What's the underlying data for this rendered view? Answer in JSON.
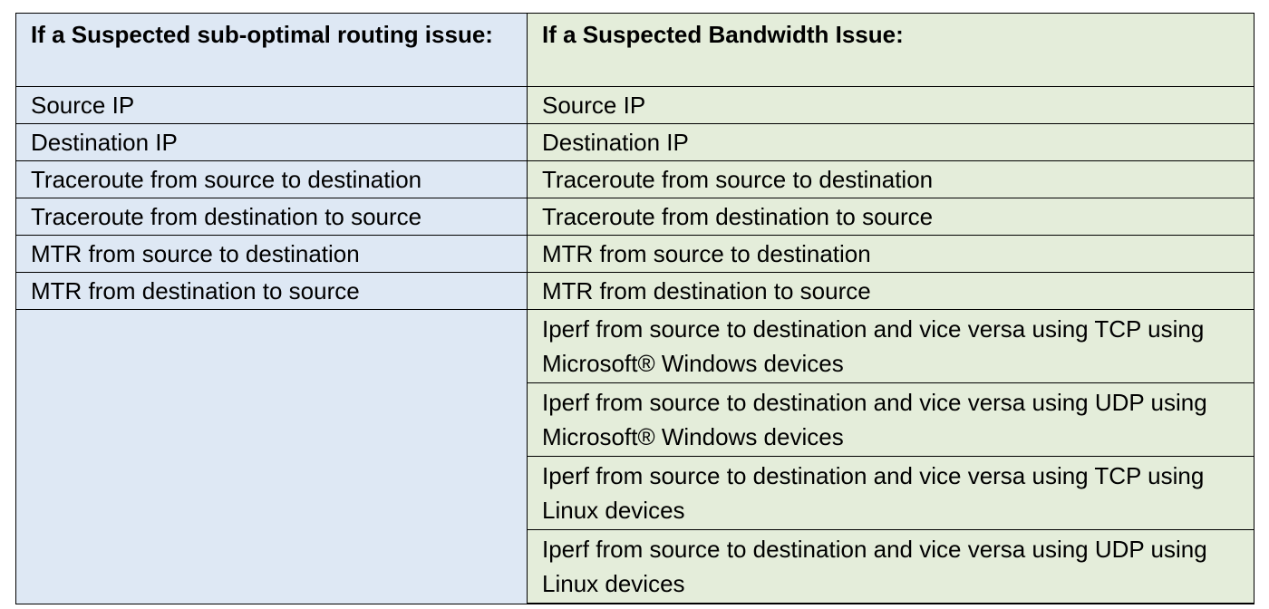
{
  "table": {
    "headers": {
      "left": "If a Suspected sub-optimal routing issue:",
      "right": "If a Suspected Bandwidth Issue:"
    },
    "left_items": [
      "Source IP",
      "Destination IP",
      "Traceroute from source to destination",
      "Traceroute from destination to source",
      "MTR from source to destination",
      "MTR from destination to source"
    ],
    "right_items": [
      "Source IP",
      "Destination IP",
      "Traceroute from source to destination",
      "Traceroute from destination to source",
      "MTR from source to destination",
      "MTR from destination to source",
      "Iperf from source to destination and vice versa using TCP using Microsoft® Windows devices",
      "Iperf from source to destination and vice versa using UDP using Microsoft® Windows devices",
      "Iperf from source to destination and vice versa using TCP using Linux devices",
      "Iperf from source to destination and vice versa using UDP using Linux devices"
    ]
  },
  "colors": {
    "left_column_bg": "#dee8f4",
    "right_column_bg": "#e4edda",
    "border": "#000000"
  }
}
